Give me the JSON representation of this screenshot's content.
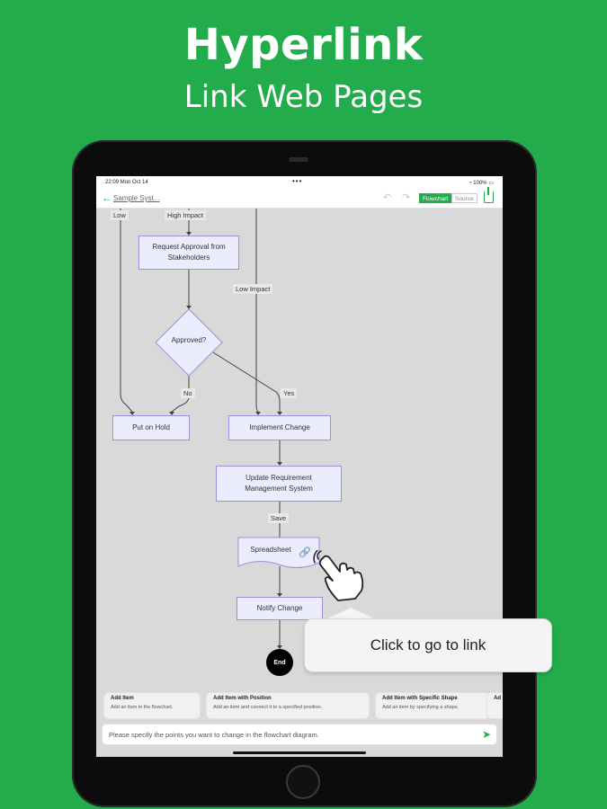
{
  "banner": {
    "title": "Hyperlink",
    "subtitle": "Link Web Pages"
  },
  "statusbar": {
    "time": "22:09 Mon Oct 14",
    "battery": "100%"
  },
  "navbar": {
    "doc_title": "Sample Syst...",
    "tab_flowchart": "Flowchart",
    "tab_source": "Source"
  },
  "flowchart": {
    "nodes": {
      "request_approval": "Request Approval from Stakeholders",
      "approved": "Approved?",
      "put_on_hold": "Put on Hold",
      "implement_change": "Implement Change",
      "update_requirement": "Update Requirement Management System",
      "spreadsheet": "Spreadsheet",
      "notify_change": "Notify Change",
      "end": "End"
    },
    "edge_labels": {
      "low": "Low",
      "high_impact": "High Impact",
      "low_impact": "Low Impact",
      "no": "No",
      "yes": "Yes",
      "save": "Save"
    }
  },
  "callout": {
    "text": "Click to go to link"
  },
  "suggestions": [
    {
      "title": "Add Item",
      "desc": "Add an item in the flowchart."
    },
    {
      "title": "Add Item with Position",
      "desc": "Add an item and connect it to a specified position."
    },
    {
      "title": "Add Item with Specific Shape",
      "desc": "Add an item by specifying a shape."
    },
    {
      "title": "Ad",
      "desc": ""
    }
  ],
  "prompt": {
    "placeholder": "Please specify the points you want to change in the flowchart diagram."
  },
  "colors": {
    "accent": "#22ac4b",
    "node_fill": "#ececff",
    "node_border": "#9a91d8",
    "link": "#3f8cf0"
  }
}
